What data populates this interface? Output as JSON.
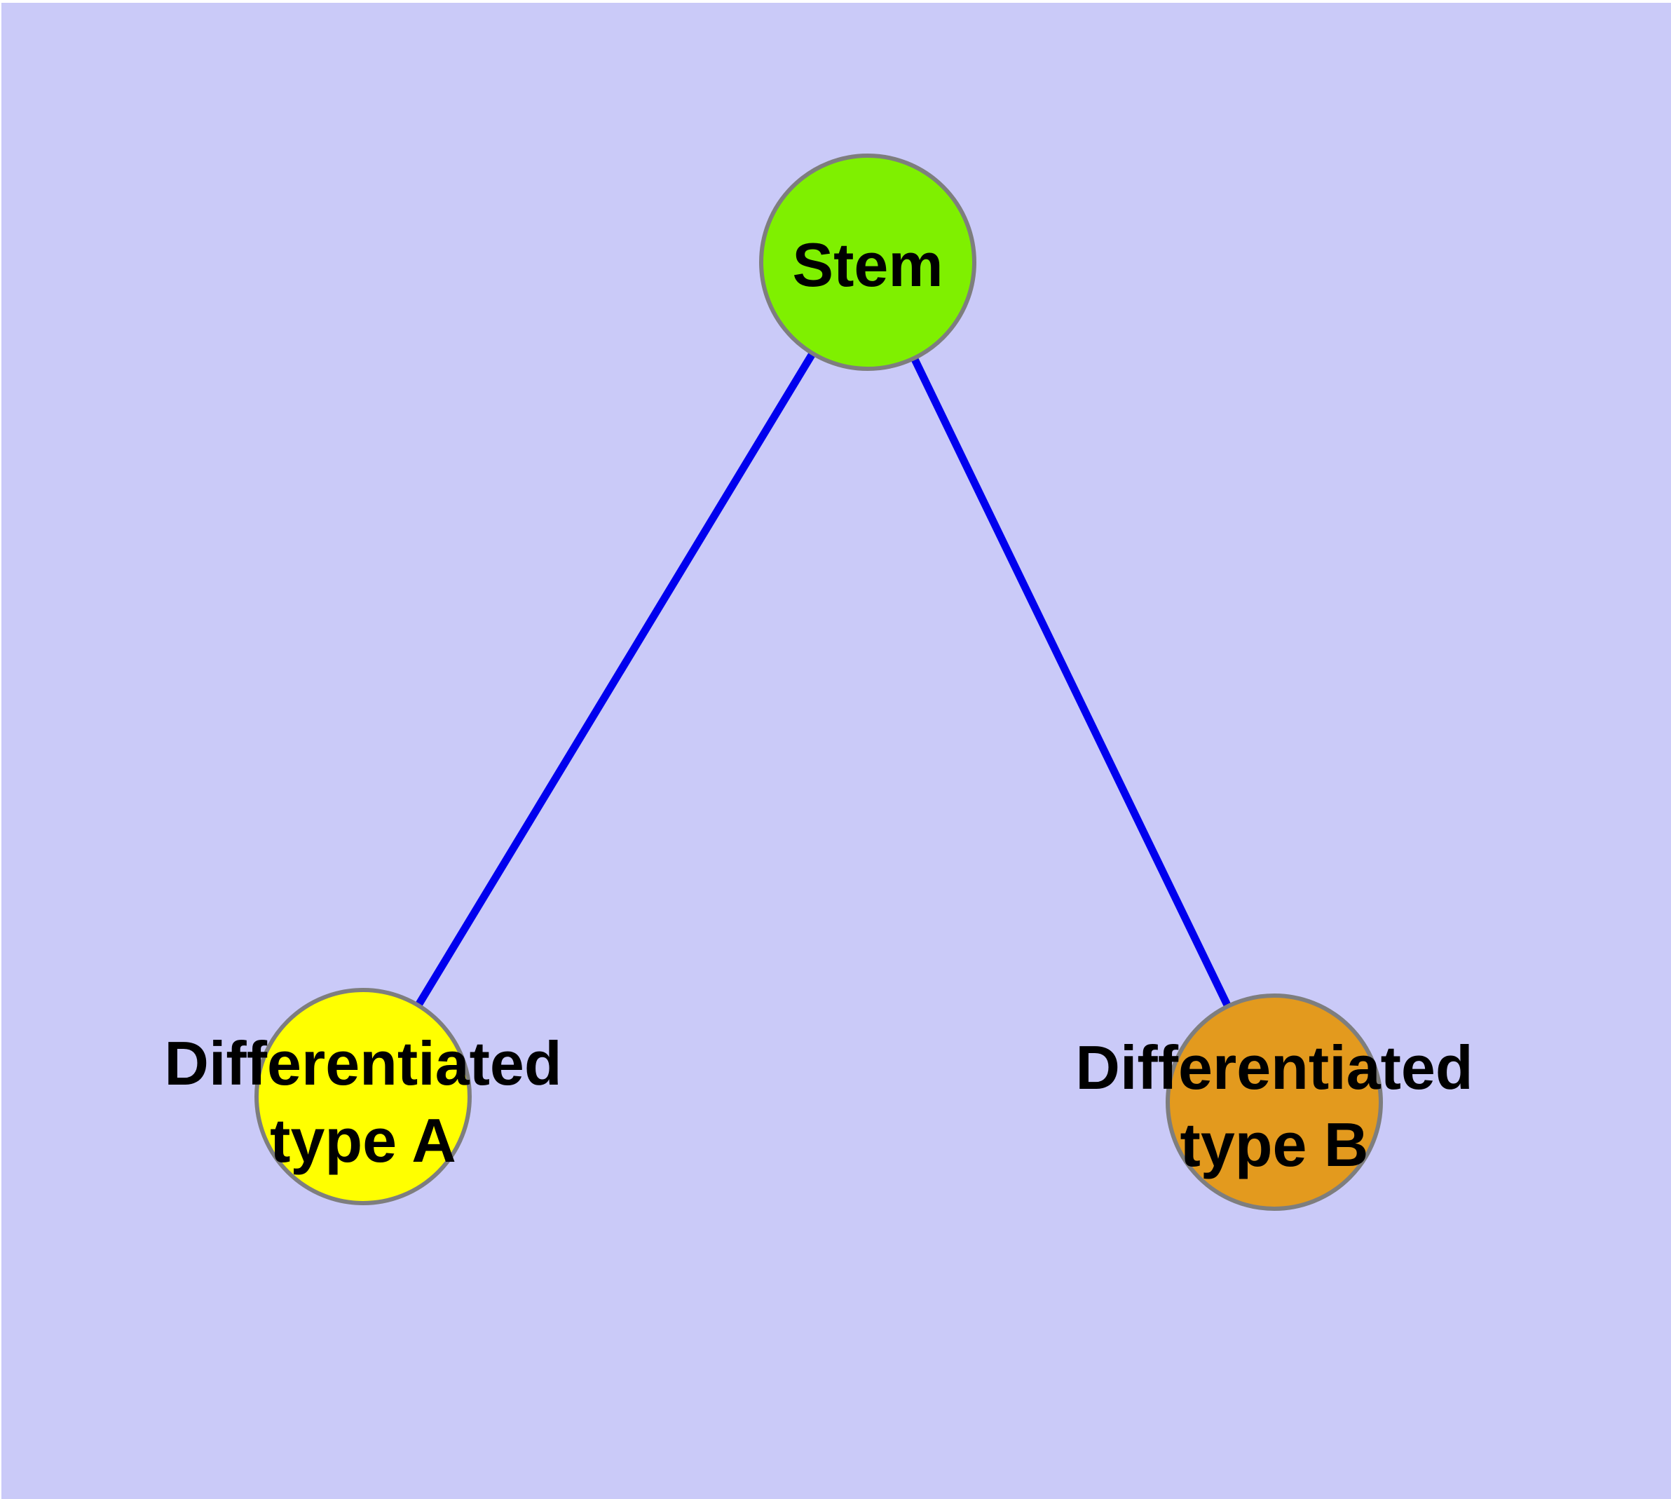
{
  "colors": {
    "page_background": "#FFFFFF",
    "canvas_background": "#CACAF8",
    "edge": "#0000EE",
    "node_border": "#7E7E7E",
    "label_text": "#000000"
  },
  "diagram": {
    "type": "node-link-graph",
    "description": "Stem cell differentiation tree: one stem node linked to two differentiated type nodes",
    "nodes": [
      {
        "id": "stem",
        "label": "Stem",
        "fill": "#7FF000"
      },
      {
        "id": "type-a",
        "label_line1": "Differentiated",
        "label_line2": "type A",
        "fill": "#FFFF00"
      },
      {
        "id": "type-b",
        "label_line1": "Differentiated",
        "label_line2": "type B",
        "fill": "#E39A1E"
      }
    ],
    "edges": [
      {
        "from": "stem",
        "to": "type-a"
      },
      {
        "from": "stem",
        "to": "type-b"
      }
    ]
  }
}
